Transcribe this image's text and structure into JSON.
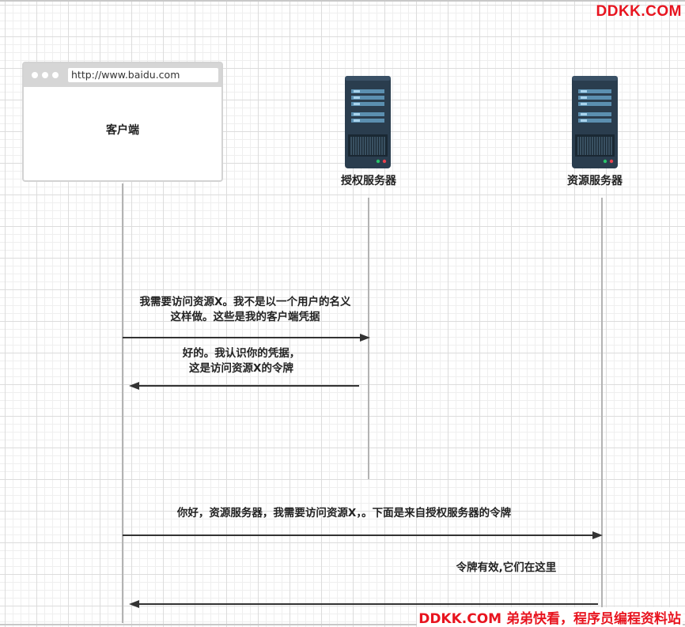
{
  "watermark_top": "DDKK.COM",
  "watermark_bottom": "DDKK.COM 弟弟快看，程序员编程资料站",
  "browser": {
    "url": "http://www.baidu.com",
    "label": "客户端"
  },
  "servers": {
    "auth_label": "授权服务器",
    "resource_label": "资源服务器"
  },
  "messages": {
    "m1_line1": "我需要访问资源X。我不是以一个用户的名义",
    "m1_line2": "这样做。这些是我的客户端凭据",
    "m2_line1": "好的。我认识你的凭据，",
    "m2_line2": "这是访问资源X的令牌",
    "m3": "你好，资源服务器，我需要访问资源X，。下面是来自授权服务器的令牌",
    "m4": "令牌有效,它们在这里"
  },
  "colors": {
    "watermark": "#e8141f",
    "server_body": "#2a3d4e",
    "server_slot": "#5b8fb0",
    "arrow": "#333333",
    "lifeline": "#b3b3b3"
  }
}
